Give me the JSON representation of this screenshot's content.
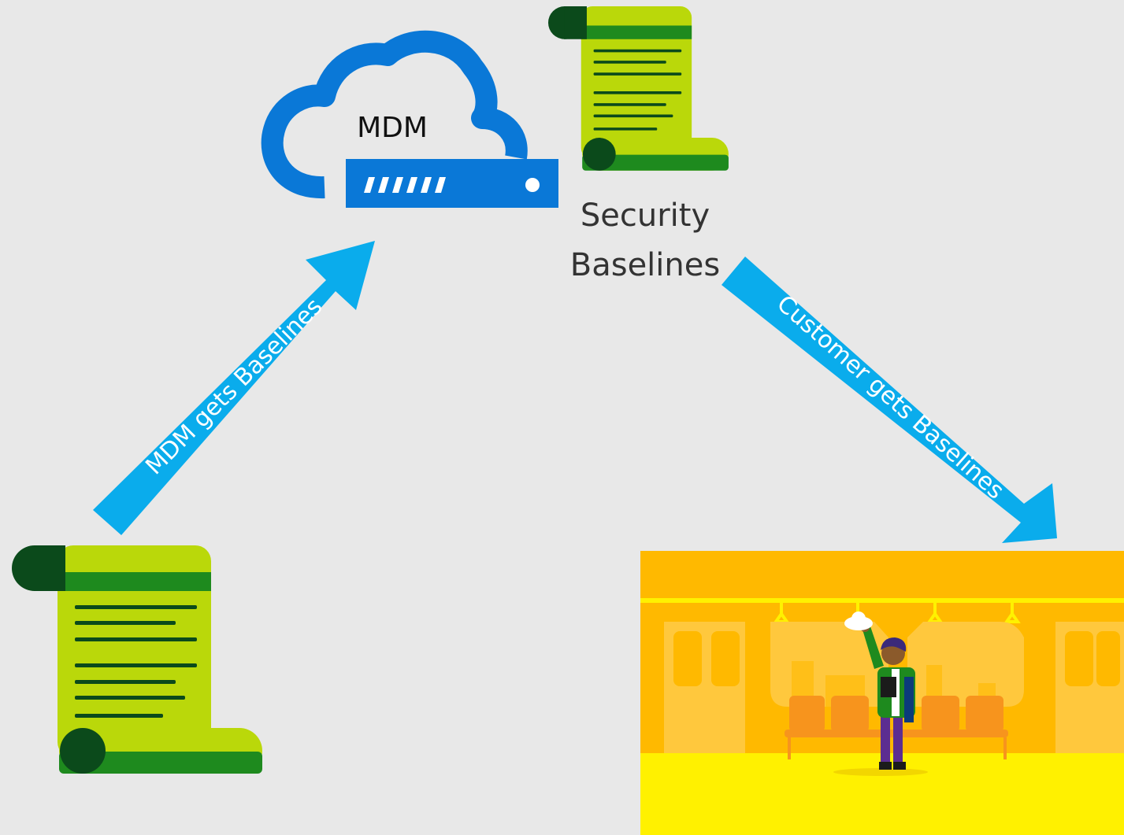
{
  "diagram": {
    "mdm_label": "MDM",
    "security_baselines_line1": "Security",
    "security_baselines_line2": "Baselines",
    "arrow_left_label": "MDM gets Baselines",
    "arrow_right_label": "Customer gets Baselines"
  },
  "colors": {
    "background": "#e8e8e8",
    "cloud_blue": "#0a78d7",
    "arrow_blue": "#0aacec",
    "scroll_lime": "#bad80a",
    "scroll_green": "#1e8a1e",
    "scroll_dark": "#0b4a1b",
    "scene_orange": "#ffb900",
    "scene_yellow": "#fff100"
  },
  "icons": [
    "cloud-server-icon",
    "document-scroll-icon",
    "person-commuter-illustration"
  ]
}
